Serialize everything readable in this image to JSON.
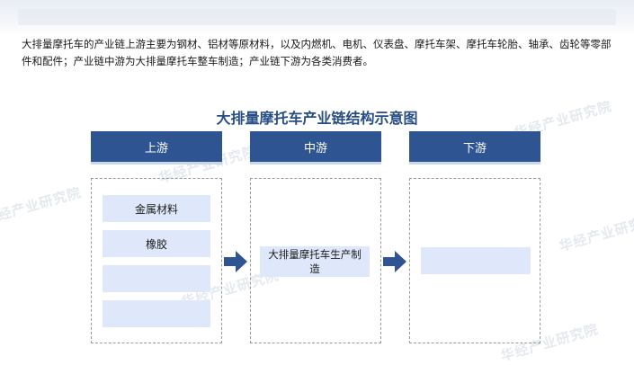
{
  "intro": "大排量摩托车的产业链上游主要为钢材、铝材等原材料，以及内燃机、电机、仪表盘、摩托车架、摩托车轮胎、轴承、齿轮等零部件和配件；产业链中游为大排量摩托车整车制造；产业链下游为各类消费者。",
  "title": "大排量摩托车产业链结构示意图",
  "watermark": "华经产业研究院",
  "stages": {
    "upstream": {
      "header": "上游",
      "items": [
        "金属材料",
        "橡胶",
        "",
        ""
      ]
    },
    "midstream": {
      "header": "中游",
      "items": [
        "大排量摩托车生产制造"
      ]
    },
    "downstream": {
      "header": "下游",
      "items": [
        ""
      ]
    }
  },
  "colors": {
    "header_bg": "#2e5591",
    "title": "#274d85",
    "item_bg": "#dfe8fa",
    "arrow": "#2e5591"
  }
}
